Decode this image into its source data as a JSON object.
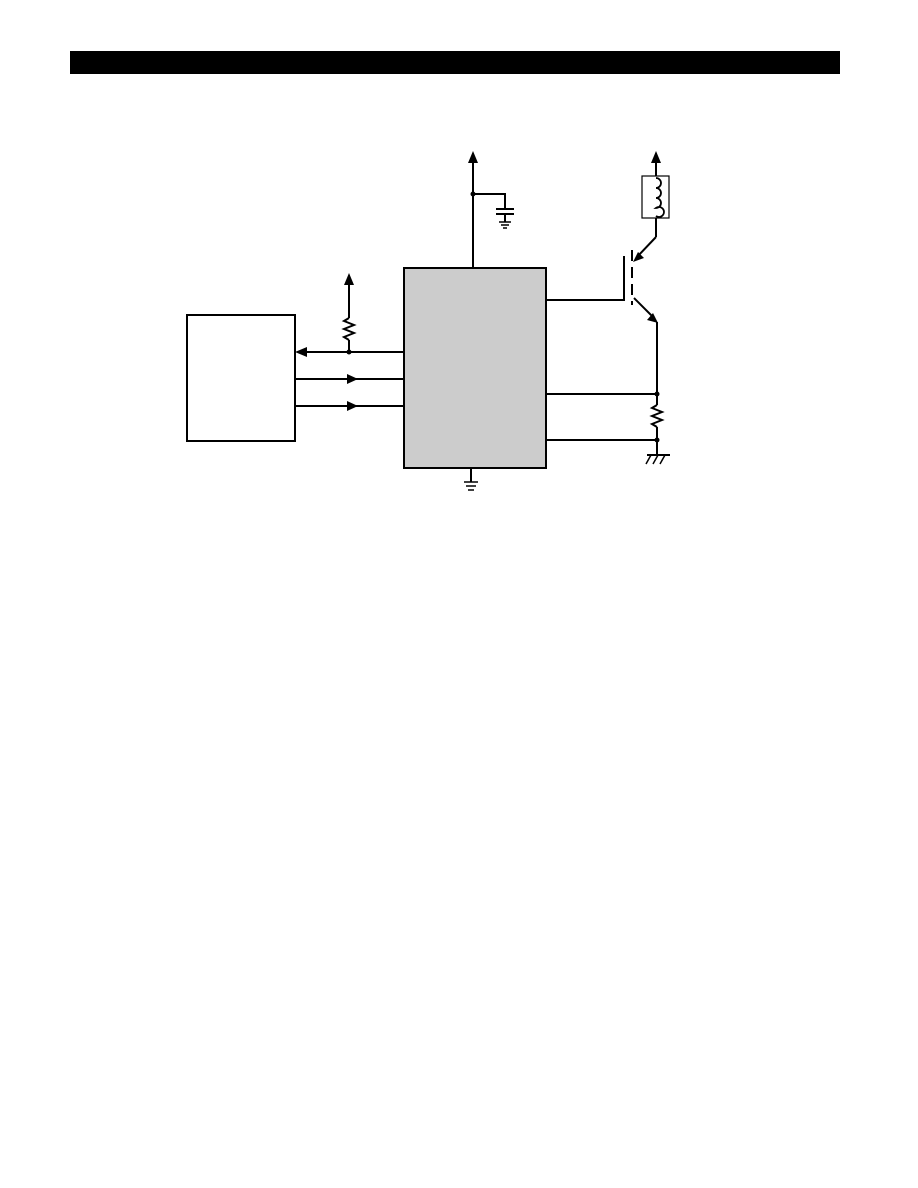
{
  "page": {
    "header_bar_color": "#000000"
  },
  "diagram": {
    "type": "schematic",
    "colors": {
      "wire": "#000000",
      "ic_fill": "#cccccc",
      "page": "#ffffff"
    },
    "blocks": [
      "controller-block",
      "driver-ic"
    ],
    "components": [
      "vcc-arrow",
      "decoupling-capacitor",
      "pullup-resistor",
      "ignition-coil",
      "igbt-transistor",
      "sense-resistor",
      "ic-ground",
      "chassis-ground"
    ],
    "signal_lines": 3
  }
}
